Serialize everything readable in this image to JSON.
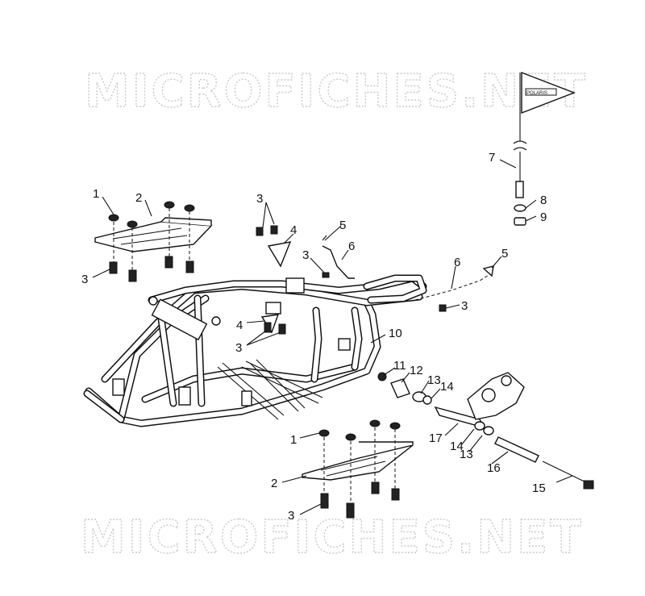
{
  "watermark": {
    "top": "MICROFICHES.NET",
    "bottom": "MICROFICHES.NET"
  },
  "flag_logo": "POLARIS",
  "callouts": [
    {
      "id": "c1a",
      "label": "1"
    },
    {
      "id": "c2a",
      "label": "2"
    },
    {
      "id": "c3a",
      "label": "3"
    },
    {
      "id": "c3b",
      "label": "3"
    },
    {
      "id": "c4a",
      "label": "4"
    },
    {
      "id": "c5a",
      "label": "5"
    },
    {
      "id": "c6a",
      "label": "6"
    },
    {
      "id": "c3c",
      "label": "3"
    },
    {
      "id": "c7",
      "label": "7"
    },
    {
      "id": "c8",
      "label": "8"
    },
    {
      "id": "c9",
      "label": "9"
    },
    {
      "id": "c5b",
      "label": "5"
    },
    {
      "id": "c6b",
      "label": "6"
    },
    {
      "id": "c3d",
      "label": "3"
    },
    {
      "id": "c4b",
      "label": "4"
    },
    {
      "id": "c3e",
      "label": "3"
    },
    {
      "id": "c10",
      "label": "10"
    },
    {
      "id": "c11",
      "label": "11"
    },
    {
      "id": "c12",
      "label": "12"
    },
    {
      "id": "c13a",
      "label": "13"
    },
    {
      "id": "c14a",
      "label": "14"
    },
    {
      "id": "c17",
      "label": "17"
    },
    {
      "id": "c14b",
      "label": "14"
    },
    {
      "id": "c13b",
      "label": "13"
    },
    {
      "id": "c16",
      "label": "16"
    },
    {
      "id": "c15",
      "label": "15"
    },
    {
      "id": "c1b",
      "label": "1"
    },
    {
      "id": "c2b",
      "label": "2"
    },
    {
      "id": "c3f",
      "label": "3"
    }
  ]
}
